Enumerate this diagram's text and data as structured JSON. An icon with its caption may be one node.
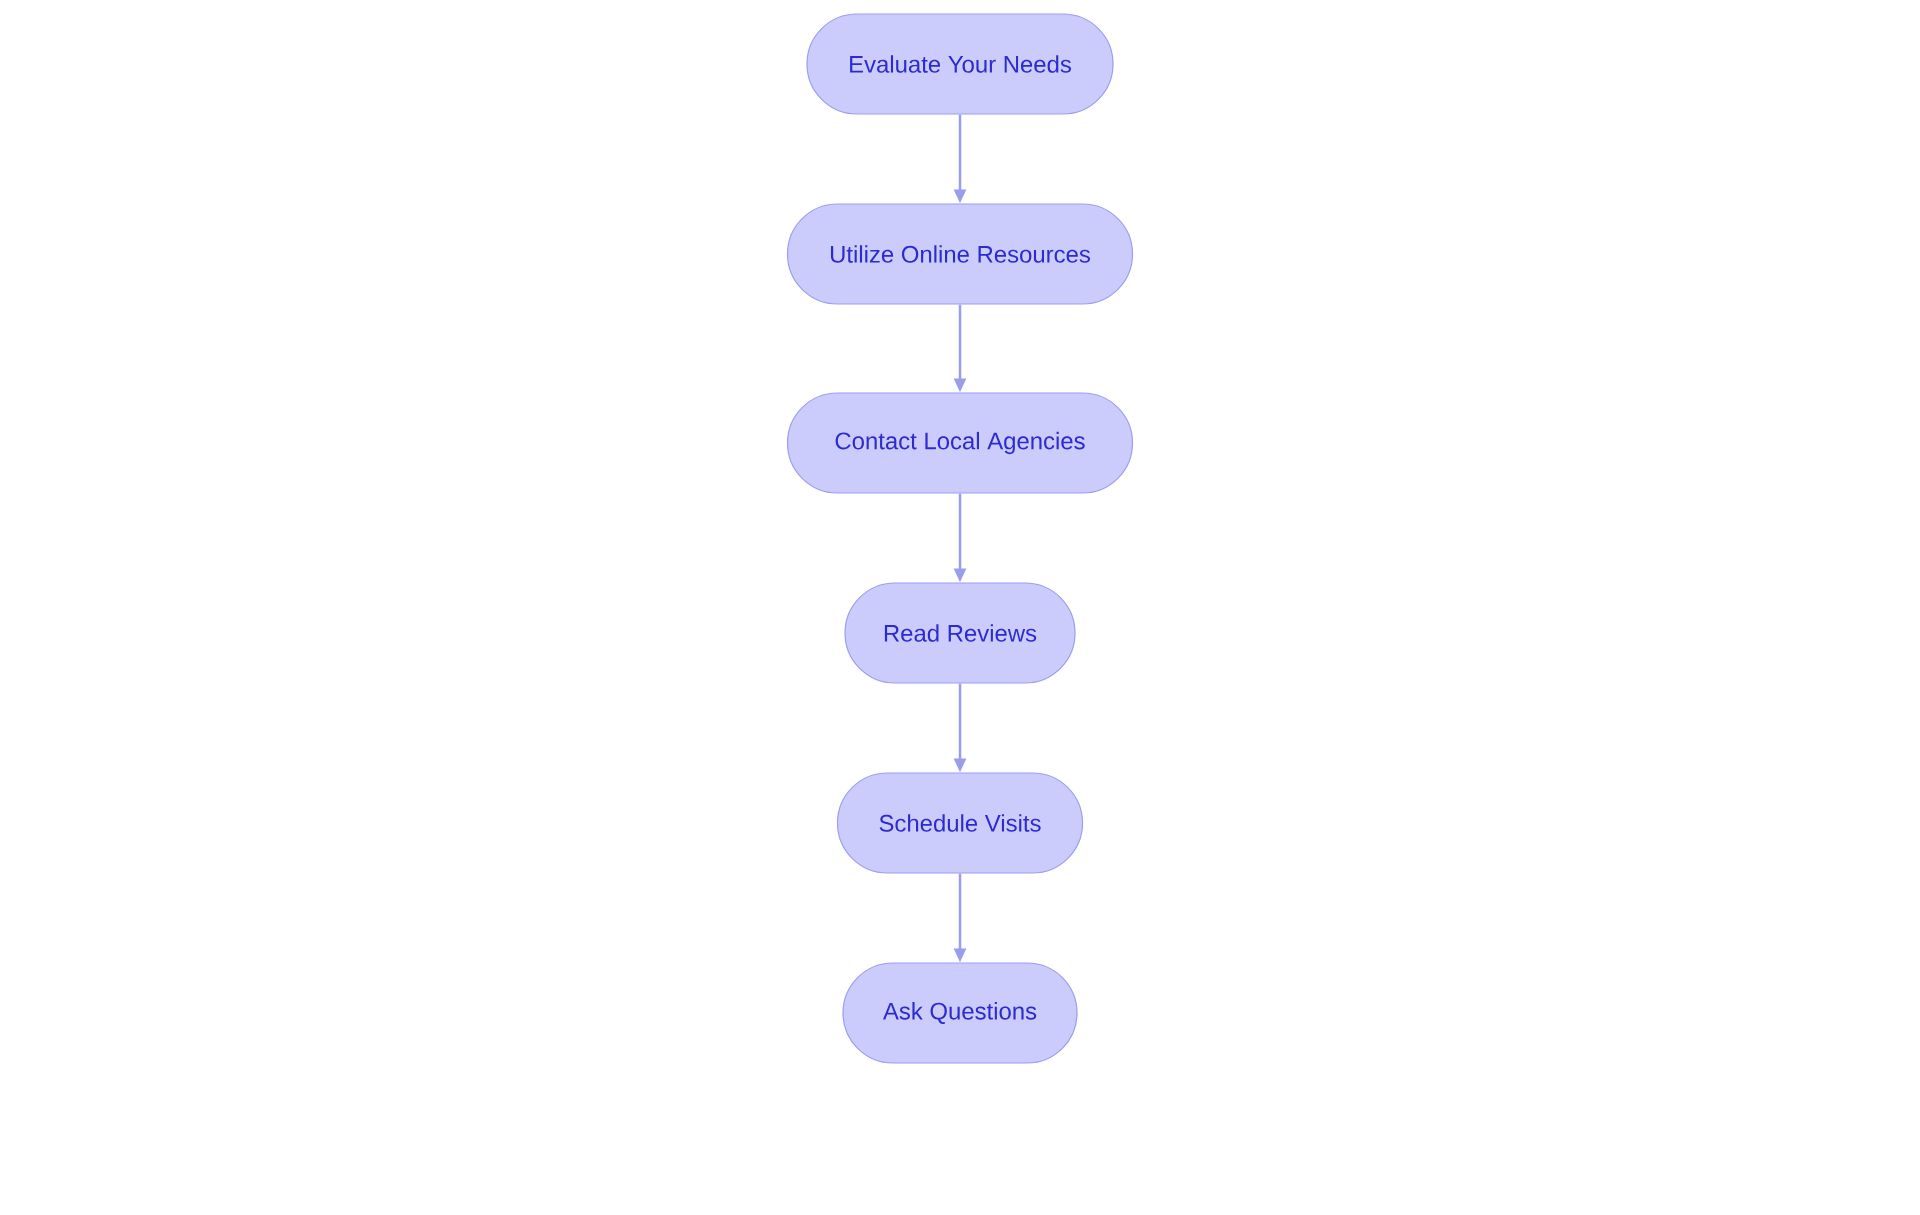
{
  "diagram": {
    "nodes": [
      {
        "text": [
          "Evaluate Your Needs"
        ]
      },
      {
        "text": [
          "Utilize Online Resources"
        ]
      },
      {
        "text": [
          "Contact Local Agencies"
        ]
      },
      {
        "text": [
          "Read Reviews"
        ]
      },
      {
        "text": [
          "Schedule Visits"
        ]
      },
      {
        "text": [
          "Ask Questions"
        ]
      }
    ],
    "edges": [
      {
        "from": 0,
        "to": 1,
        "arrow": "to"
      },
      {
        "from": 1,
        "to": 2,
        "arrow": "to"
      },
      {
        "from": 2,
        "to": 3,
        "arrow": "to"
      },
      {
        "from": 3,
        "to": 4,
        "arrow": "to"
      },
      {
        "from": 4,
        "to": 5,
        "arrow": "to"
      }
    ]
  }
}
